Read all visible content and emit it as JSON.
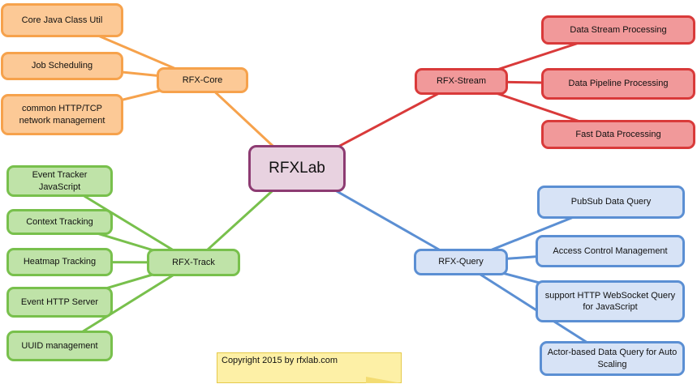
{
  "root": {
    "label": "RFXLab"
  },
  "branches": {
    "core": {
      "label": "RFX-Core",
      "color": "#f6a24c",
      "children": [
        "Core Java Class Util",
        "Job Scheduling",
        "common HTTP/TCP network management"
      ]
    },
    "stream": {
      "label": "RFX-Stream",
      "color": "#d93a3a",
      "children": [
        "Data Stream Processing",
        "Data Pipeline Processing",
        "Fast Data Processing"
      ]
    },
    "track": {
      "label": "RFX-Track",
      "color": "#78c04c",
      "children": [
        "Event Tracker JavaScript",
        "Context Tracking",
        "Heatmap Tracking",
        "Event HTTP Server",
        "UUID management"
      ]
    },
    "query": {
      "label": "RFX-Query",
      "color": "#5b8fd3",
      "children": [
        "PubSub Data Query",
        "Access Control Management",
        "support HTTP WebSocket Query for JavaScript",
        "Actor-based Data Query for Auto Scaling"
      ]
    }
  },
  "note": {
    "text": "Copyright 2015 by rfxlab.com"
  }
}
